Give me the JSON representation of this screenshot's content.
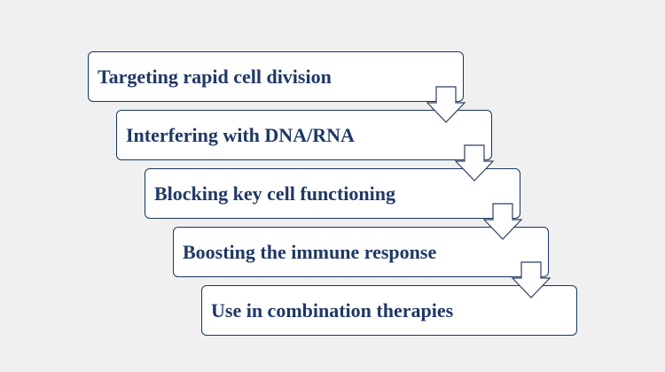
{
  "flow": {
    "steps": [
      {
        "label": "Targeting rapid cell division"
      },
      {
        "label": "Interfering with DNA/RNA"
      },
      {
        "label": "Blocking key cell functioning"
      },
      {
        "label": "Boosting the immune response"
      },
      {
        "label": "Use in combination therapies"
      }
    ]
  },
  "colors": {
    "background": "#f0f0f0",
    "box_fill": "#ffffff",
    "box_border": "#17365d",
    "text": "#1f3864",
    "arrow_fill": "#ffffff",
    "arrow_stroke": "#2f3f5f"
  }
}
